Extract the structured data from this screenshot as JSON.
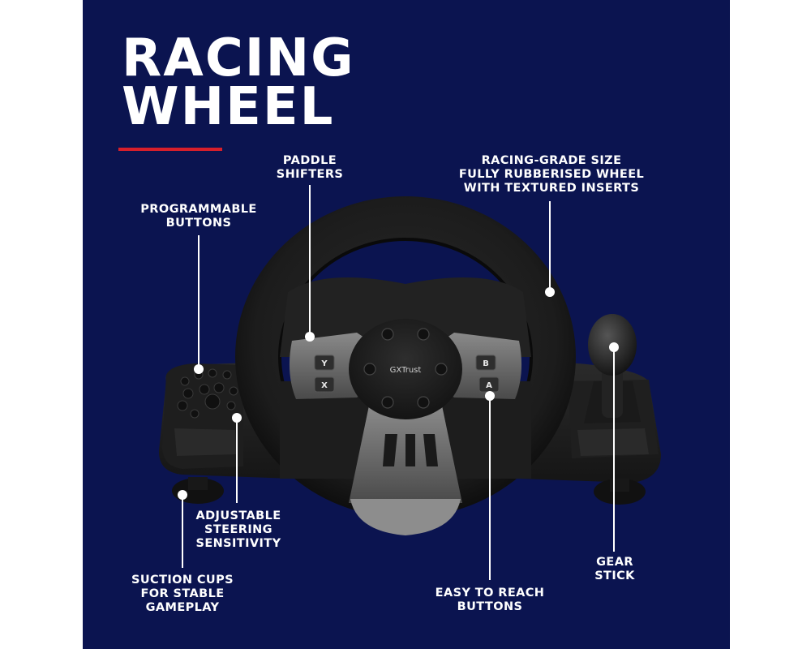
{
  "title": {
    "line1": "RACING",
    "line2": "WHEEL"
  },
  "colors": {
    "background": "#0b1450",
    "accent": "#d81f2a",
    "text": "#ffffff"
  },
  "brand": "GXTrust",
  "buttons": {
    "y": "Y",
    "x": "X",
    "b": "B",
    "a": "A"
  },
  "callouts": {
    "paddle_shifters": "PADDLE\nSHIFTERS",
    "rubberised_wheel": "RACING-GRADE SIZE\nFULLY RUBBERISED WHEEL\nWITH TEXTURED INSERTS",
    "programmable_buttons": "PROGRAMMABLE\nBUTTONS",
    "adjustable_sensitivity": "ADJUSTABLE\nSTEERING\nSENSITIVITY",
    "suction_cups": "SUCTION CUPS\nFOR STABLE\nGAMEPLAY",
    "easy_buttons": "EASY TO REACH\nBUTTONS",
    "gear_stick": "GEAR\nSTICK"
  }
}
